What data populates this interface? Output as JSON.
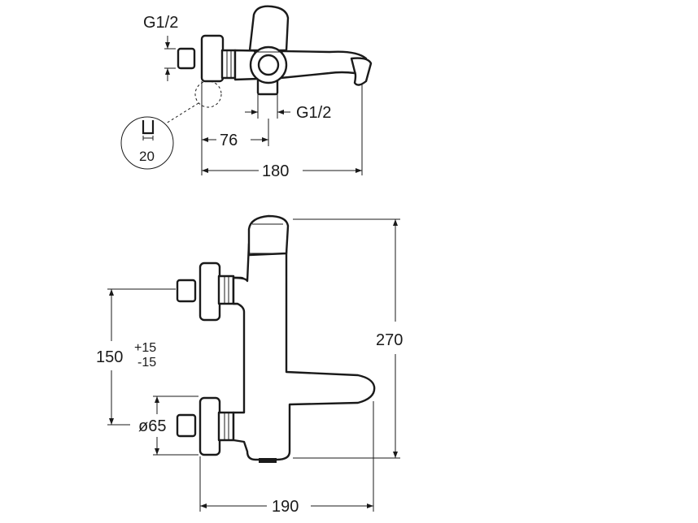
{
  "top_view": {
    "thread_inlet": "G1/2",
    "thread_outlet": "G1/2",
    "dim_inlet_to_outlet": "76",
    "dim_overall_depth": "180",
    "detail_value": "20"
  },
  "front_view": {
    "dim_height": "270",
    "dim_centers": "150",
    "dim_tol_plus": "+15",
    "dim_tol_minus": "-15",
    "dim_diameter": "ø65",
    "dim_width": "190"
  }
}
